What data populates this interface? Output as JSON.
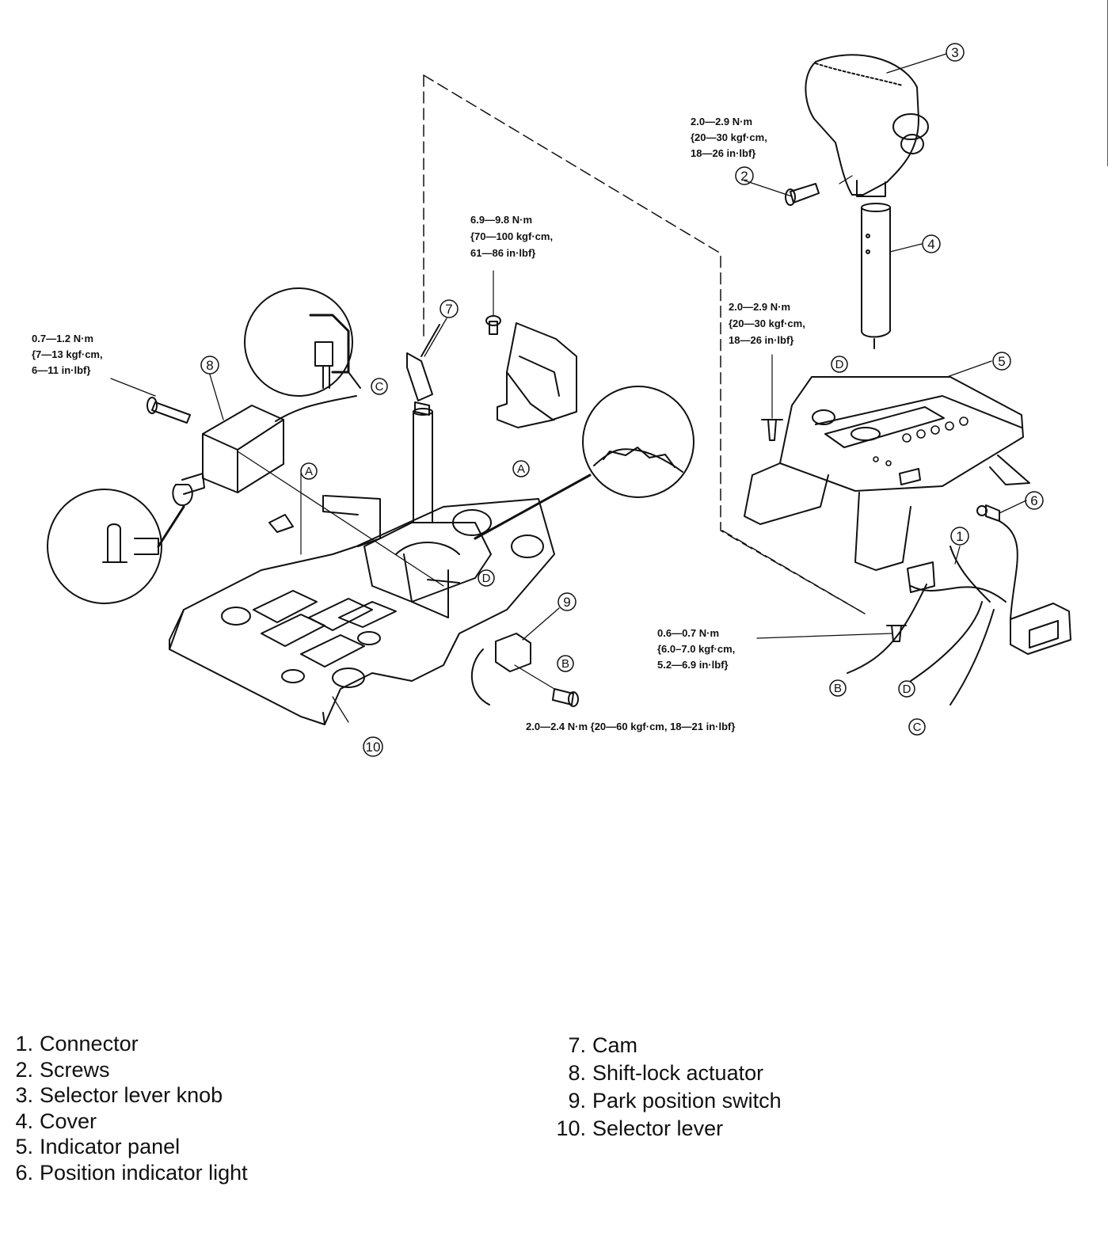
{
  "diagram": {
    "torque_specs": {
      "knob_screw": [
        "2.0—2.9 N·m",
        "{20—30 kgf·cm,",
        "18—26 in·lbf}"
      ],
      "panel_screw": [
        "2.0—2.9 N·m",
        "{20—30 kgf·cm,",
        "18—26 in·lbf}"
      ],
      "cam_bolt": [
        "6.9—9.8 N·m",
        "{70—100 kgf·cm,",
        "61—86 in·lbf}"
      ],
      "actuator_bolt": [
        "0.7—1.2 N·m",
        "{7—13 kgf·cm,",
        "6—11 in·lbf}"
      ],
      "connector_screw": [
        "0.6—0.7 N·m",
        "{6.0–7.0 kgf·cm,",
        "5.2—6.9 in·lbf}"
      ],
      "switch_screw": [
        "2.0—2.4 N·m {20—60 kgf·cm, 18—21 in·lbf}"
      ]
    },
    "callouts": [
      "1",
      "2",
      "3",
      "4",
      "5",
      "6",
      "7",
      "8",
      "9",
      "10"
    ],
    "connection_letters": [
      "A",
      "B",
      "C",
      "D"
    ]
  },
  "legend": {
    "left": [
      {
        "num": "1.",
        "label": "Connector"
      },
      {
        "num": "2.",
        "label": "Screws"
      },
      {
        "num": "3.",
        "label": "Selector lever knob"
      },
      {
        "num": "4.",
        "label": "Cover"
      },
      {
        "num": "5.",
        "label": "Indicator panel"
      },
      {
        "num": "6.",
        "label": "Position indicator light"
      }
    ],
    "right": [
      {
        "num": "7.",
        "label": "Cam"
      },
      {
        "num": "8.",
        "label": "Shift-lock actuator"
      },
      {
        "num": "9.",
        "label": "Park position switch"
      },
      {
        "num": "10.",
        "label": "Selector lever"
      }
    ]
  }
}
